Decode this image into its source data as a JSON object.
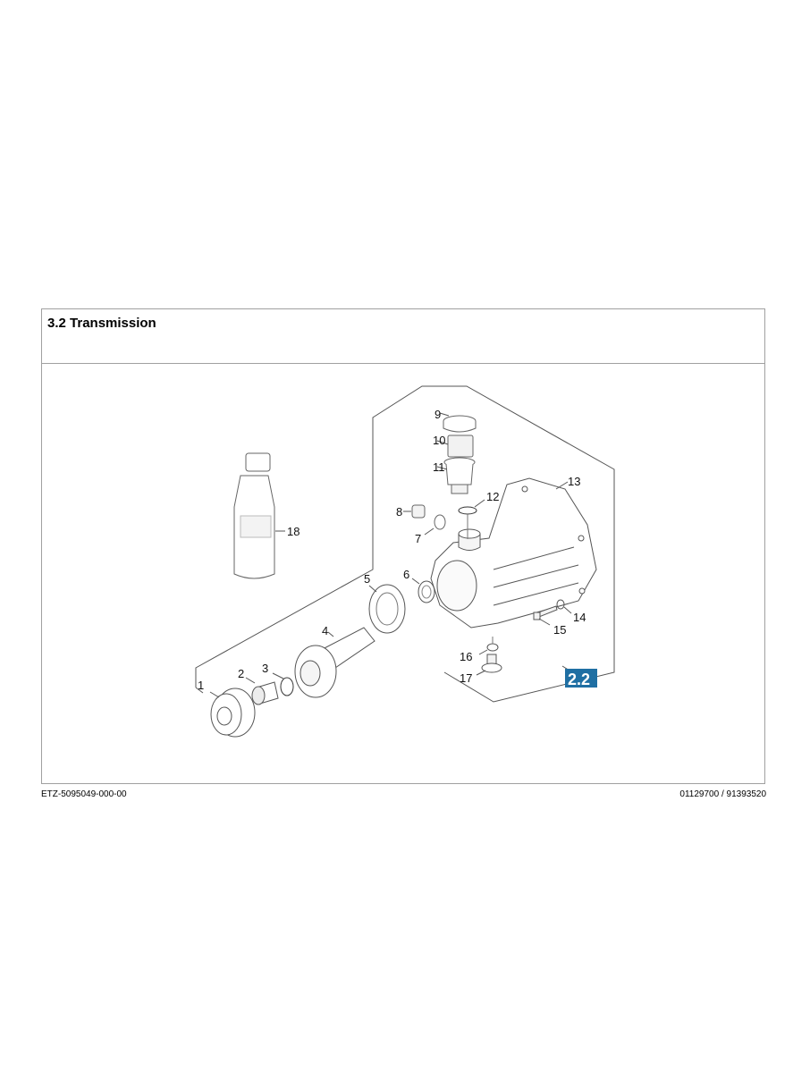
{
  "section": {
    "title": "3.2 Transmission"
  },
  "diagram": {
    "type": "exploded-parts-view",
    "callouts": [
      "1",
      "2",
      "3",
      "4",
      "5",
      "6",
      "7",
      "8",
      "9",
      "10",
      "11",
      "12",
      "13",
      "14",
      "15",
      "16",
      "17",
      "18"
    ],
    "reference_badge": {
      "label": "2.2",
      "color": "#1f6fa3"
    }
  },
  "footer": {
    "left": "ETZ-5095049-000-00",
    "right": "01129700 / 91393520"
  }
}
